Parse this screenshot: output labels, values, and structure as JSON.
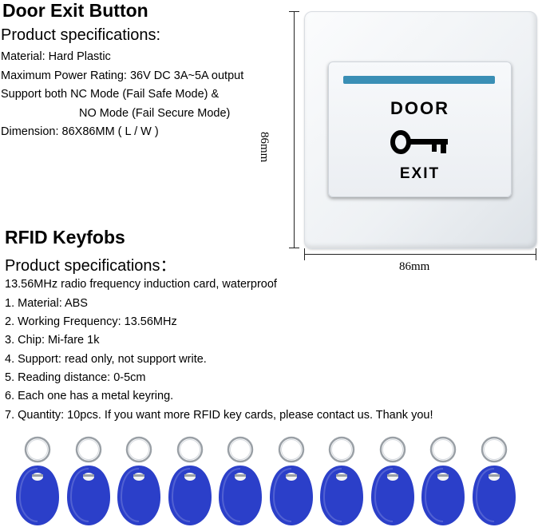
{
  "left_block": {
    "title": "Door Exit Button",
    "subtitle": "Product specifications:",
    "lines": [
      "Material: Hard Plastic",
      "Maximum Power Rating: 36V DC 3A~5A output",
      "Support both NC Mode (Fail Safe Mode) &",
      "NO Mode (Fail Secure Mode)",
      "Dimension:  86X86MM ( L / W  )"
    ]
  },
  "button_image": {
    "label_top": "DOOR",
    "label_bottom": "EXIT",
    "icon": "key-icon",
    "led_color": "#3a8fb5"
  },
  "dimensions": {
    "height_label": "86mm",
    "width_label": "86mm"
  },
  "rfid_block": {
    "title": "RFID Keyfobs",
    "subtitle": "Product specifications：",
    "lines": [
      "13.56MHz radio frequency induction card, waterproof",
      "1. Material: ABS",
      "2. Working Frequency: 13.56MHz",
      "3. Chip: Mi-fare 1k",
      "4. Support: read only, not support write.",
      "5. Reading distance: 0-5cm",
      "6. Each one has a metal keyring.",
      "7. Quantity: 10pcs. If you want more RFID key cards, please contact us. Thank you!"
    ]
  },
  "keyfobs": {
    "count": 10,
    "color": "#2b3fc9",
    "icon": "rfid-keyfob-icon"
  }
}
